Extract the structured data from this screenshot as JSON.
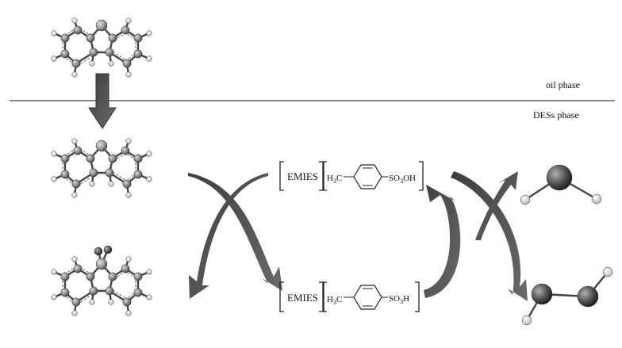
{
  "phases": {
    "oil": "oil phase",
    "des": "DESs phase"
  },
  "reagents": {
    "cation": "EMIES",
    "methyl_h": "H",
    "methyl_sub": "3",
    "methyl_c": "C",
    "peroxy_acid": {
      "prefix": "SO",
      "sub": "3",
      "suffix": "OH"
    },
    "acid": {
      "prefix": "SO",
      "sub": "3",
      "suffix": "H"
    }
  },
  "colors": {
    "arrow": "#555555",
    "bond": "#444444",
    "line": "#888888"
  },
  "icons": [
    "dibenzothiophene-molecule-icon",
    "dibenzothiophene-sulfone-molecule-icon",
    "hydrogen-peroxide-molecule-icon",
    "water-molecule-icon",
    "down-arrow-icon",
    "curved-arrow-icon"
  ]
}
